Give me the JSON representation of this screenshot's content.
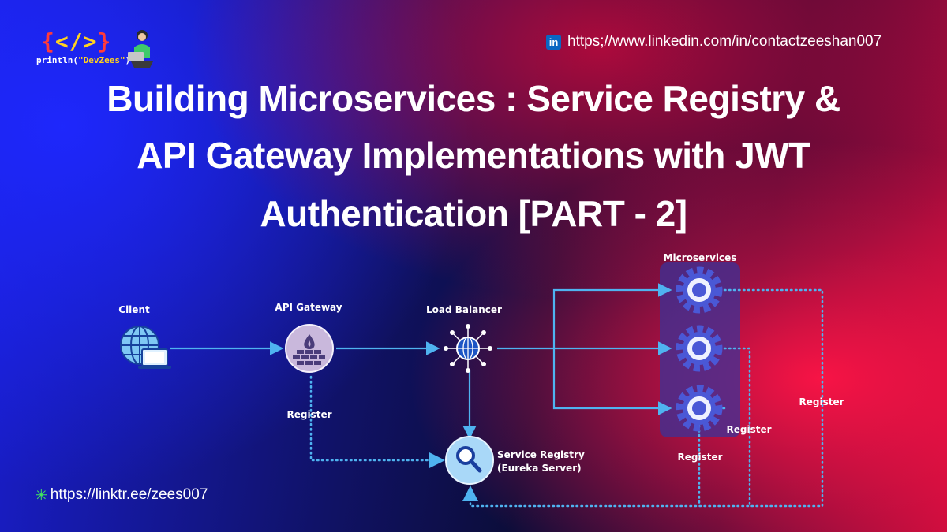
{
  "brand": {
    "code_open": "{",
    "code_mid": "</>",
    "code_close": "}",
    "sub_prefix": "println(",
    "sub_name": "\"DevZees\"",
    "sub_suffix": ")"
  },
  "linkedin": {
    "icon": "linkedin-icon",
    "label": "in",
    "url": "https;//www.linkedin.com/in/contactzeeshan007"
  },
  "title": {
    "line1": "Building Microservices : Service Registry &",
    "line2": "API Gateway Implementations with JWT",
    "line3": "Authentication  [PART - 2]"
  },
  "diagram": {
    "client": "Client",
    "api_gateway": "API Gateway",
    "load_balancer": "Load Balancer",
    "microservices": "Microservices",
    "service_registry_line1": "Service Registry",
    "service_registry_line2": "(Eureka Server)",
    "register_gateway": "Register",
    "register_ms3": "Register",
    "register_ms2": "Register",
    "register_ms1": "Register"
  },
  "linktree": {
    "icon": "linktree-asterisk-icon",
    "url": "https://linktr.ee/zees007"
  },
  "colors": {
    "flow_line": "#4fb3f0",
    "gateway_circle": "#c9b8dc",
    "registry_circle": "#a9d8f8",
    "gear": "#4a58d6",
    "microservice_panel": "#3c3298"
  }
}
